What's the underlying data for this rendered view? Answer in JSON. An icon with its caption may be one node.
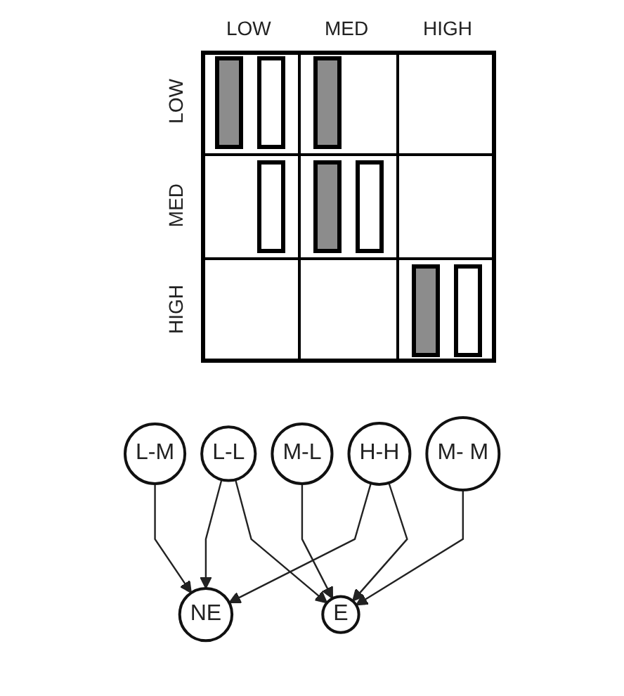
{
  "diagram": {
    "nodes": [
      {
        "text": [
          "L-L"
        ]
      },
      {
        "text": [
          "L-M"
        ]
      },
      {
        "text": [
          "M-L"
        ]
      },
      {
        "text": [
          "M- M"
        ]
      },
      {
        "text": [
          "H-H"
        ]
      },
      {
        "text": [
          "NE"
        ]
      },
      {
        "text": [
          "E"
        ]
      }
    ],
    "edges": [
      {
        "from": 0,
        "to": 5,
        "arrow": "to"
      },
      {
        "from": 0,
        "to": 6,
        "arrow": "to"
      },
      {
        "from": 1,
        "to": 5,
        "arrow": "to"
      },
      {
        "from": 2,
        "to": 6,
        "arrow": "to"
      },
      {
        "from": 3,
        "to": 6,
        "arrow": "to"
      },
      {
        "from": 4,
        "to": 5,
        "arrow": "to"
      },
      {
        "from": 4,
        "to": 6,
        "arrow": "to"
      }
    ],
    "labels": [
      "LOW",
      "MED",
      "HIGH",
      "LOW",
      "MED",
      "HIGH"
    ]
  }
}
